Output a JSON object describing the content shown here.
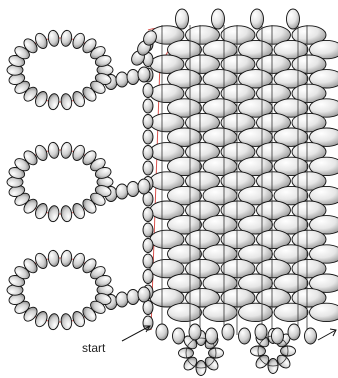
{
  "diagram": {
    "start_label": "start",
    "colors": {
      "bead_fill_light": "#ffffff",
      "bead_fill_dark": "#b8b8b8",
      "bead_outline": "#111111",
      "thread": "#d9534f",
      "arrow": "#111111"
    },
    "structure": {
      "peyote_panel_rows": 20,
      "peyote_panel_cols": 5,
      "loops": 3,
      "bottom_rosettes": 2
    }
  }
}
